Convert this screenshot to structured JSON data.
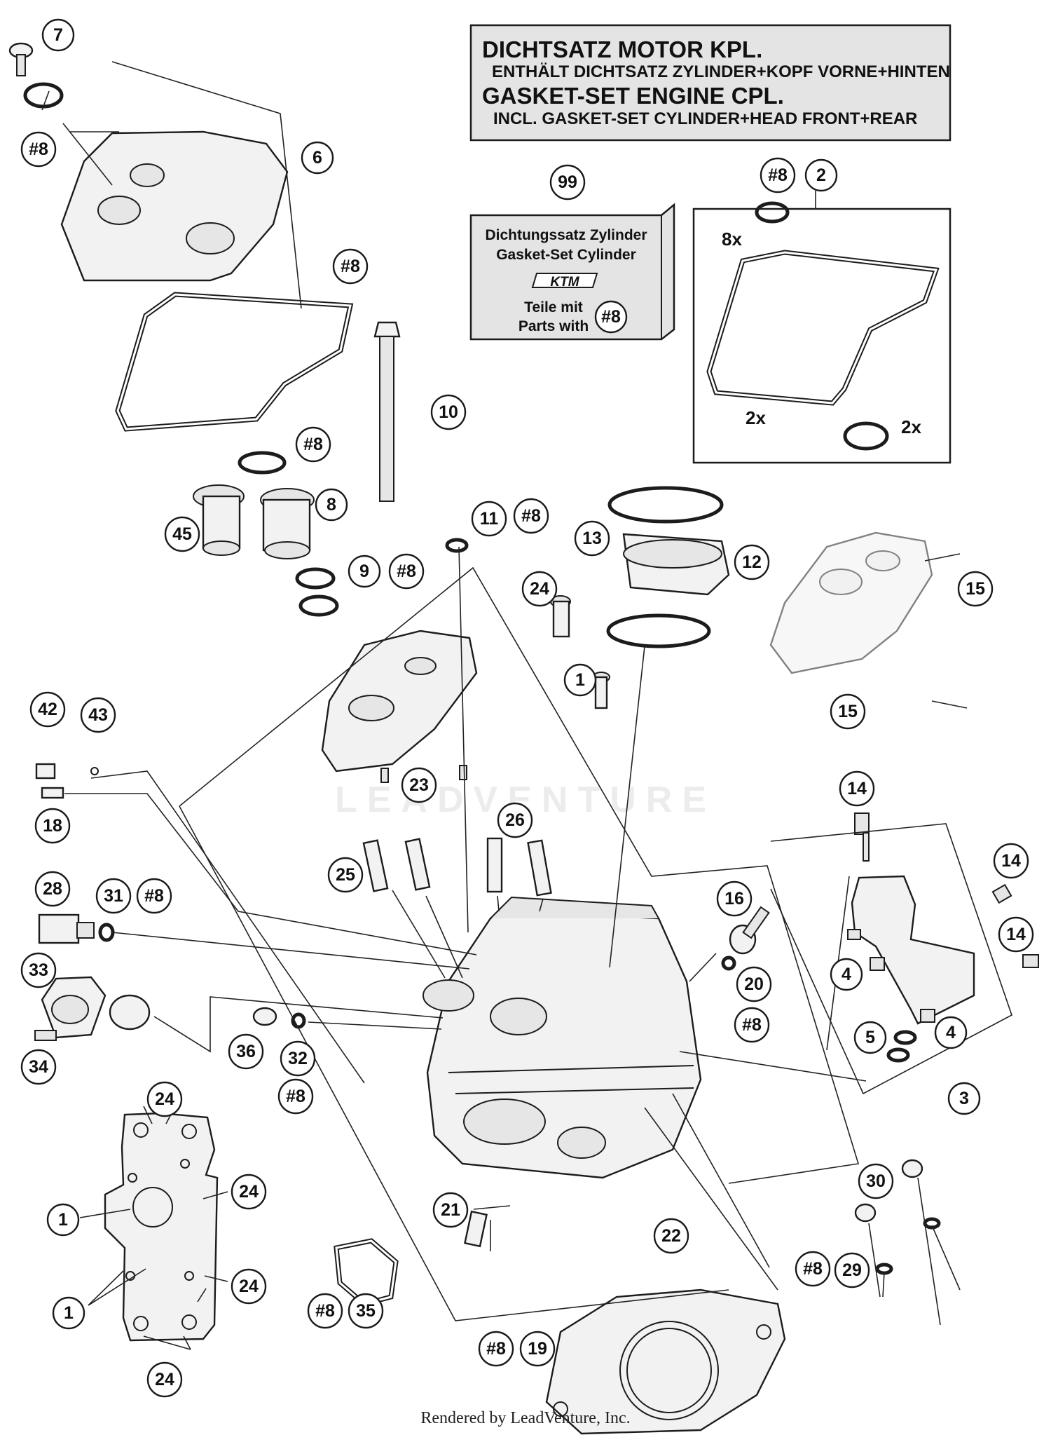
{
  "header_box": {
    "line1": "DICHTSATZ MOTOR KPL.",
    "line2": "ENTHÄLT DICHTSATZ ZYLINDER+KOPF VORNE+HINTEN",
    "line3": "GASKET-SET ENGINE CPL.",
    "line4": "INCL. GASKET-SET CYLINDER+HEAD FRONT+REAR"
  },
  "kit_box": {
    "callout": "99",
    "line1": "Dichtungssatz Zylinder",
    "line2": "Gasket-Set Cylinder",
    "logo": "KTM",
    "line3": "Teile mit",
    "line4": "Parts with",
    "ref": "#8"
  },
  "gasket_box": {
    "ref": "#8",
    "callout": "2",
    "qty_seal": "8x",
    "qty_gasket": "2x",
    "qty_ring": "2x"
  },
  "callouts": {
    "c7": "7",
    "c8a": "#8",
    "c6": "6",
    "c8b": "#8",
    "c10": "10",
    "c8c": "#8",
    "c45": "45",
    "c8": "8",
    "c9": "9",
    "c8d": "#8",
    "c11": "11",
    "c8e": "#8",
    "c13": "13",
    "c12": "12",
    "c15a": "15",
    "c15b": "15",
    "c24a": "24",
    "c1a": "1",
    "c42": "42",
    "c43": "43",
    "c23": "23",
    "c18": "18",
    "c26": "26",
    "c25": "25",
    "c28": "28",
    "c31": "31",
    "c8f": "#8",
    "c14a": "14",
    "c14b": "14",
    "c14c": "14",
    "c16": "16",
    "c33": "33",
    "c20": "20",
    "c8g": "#8",
    "c4a": "4",
    "c4b": "4",
    "c5": "5",
    "c3": "3",
    "c36": "36",
    "c32": "32",
    "c34": "34",
    "c8h": "#8",
    "c24b": "24",
    "c24c": "24",
    "c24d": "24",
    "c24e": "24",
    "c1b": "1",
    "c1c": "1",
    "c30": "30",
    "c21": "21",
    "c22": "22",
    "c8i": "#8",
    "c29": "29",
    "c8j": "#8",
    "c35": "35",
    "c8k": "#8",
    "c19": "19"
  },
  "footer": "Rendered by LeadVenture, Inc.",
  "watermark": "LEADVENTURE"
}
